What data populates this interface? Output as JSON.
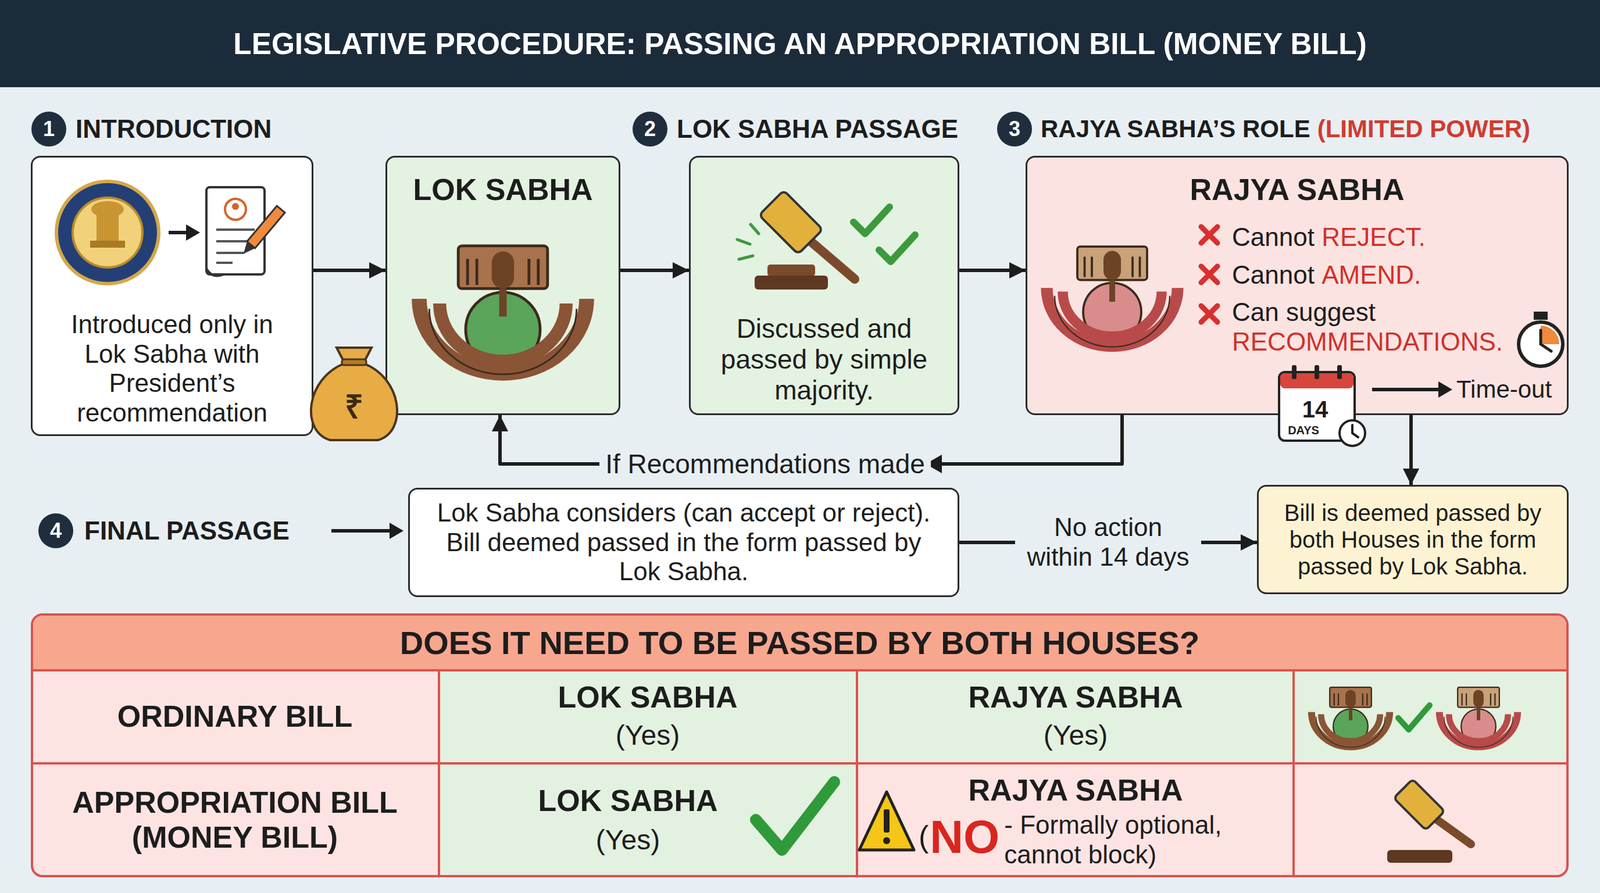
{
  "diagram": {
    "title": "LEGISLATIVE PROCEDURE: PASSING AN APPROPRIATION BILL (MONEY BILL)",
    "nodes": [
      {
        "text": [
          "Introduced only in Lok Sabha with President’s recommendation"
        ]
      },
      {
        "text": [
          "LOK SABHA"
        ]
      },
      {
        "text": [
          "Discussed and passed by simple majority."
        ]
      },
      {
        "text": [
          "RAJYA SABHA",
          "Cannot",
          "REJECT.",
          "Cannot",
          "AMEND.",
          "Can suggest",
          "RECOMMENDATIONS."
        ]
      },
      {
        "text": [
          "Lok Sabha considers (can accept or reject). Bill deemed passed in the form passed by Lok Sabha."
        ]
      },
      {
        "text": [
          "Bill is deemed passed by both Houses in the form passed by Lok Sabha."
        ]
      },
      {
        "text": [
          "DOES IT NEED TO BE PASSED BY BOTH HOUSES?"
        ]
      }
    ],
    "edges": [
      {
        "from": 0,
        "to": 1,
        "arrow": "to"
      },
      {
        "from": 1,
        "to": 2,
        "arrow": "to"
      },
      {
        "from": 2,
        "to": 3,
        "arrow": "to"
      },
      {
        "from": 3,
        "to": 1,
        "label": "If Recommendations made",
        "arrow": "to"
      },
      {
        "from": 3,
        "to": 5,
        "arrow": "to"
      },
      {
        "from": 4,
        "to": 5,
        "label": "No action within 14 days",
        "arrow": "to"
      }
    ],
    "labels": [
      "1",
      "INTRODUCTION",
      "2",
      "LOK SABHA PASSAGE",
      "3",
      "RAJYA SABHA’S ROLE",
      "(LIMITED POWER)",
      "14",
      "DAYS",
      "Time-out",
      "4",
      "FINAL PASSAGE",
      "₹",
      "ORDINARY BILL",
      "LOK SABHA",
      "(Yes)",
      "RAJYA SABHA",
      "(Yes)",
      "APPROPRIATION BILL (MONEY BILL)",
      "LOK SABHA",
      "(Yes)",
      "RAJYA SABHA",
      "(",
      "NO",
      "- Formally optional, cannot block)"
    ]
  }
}
